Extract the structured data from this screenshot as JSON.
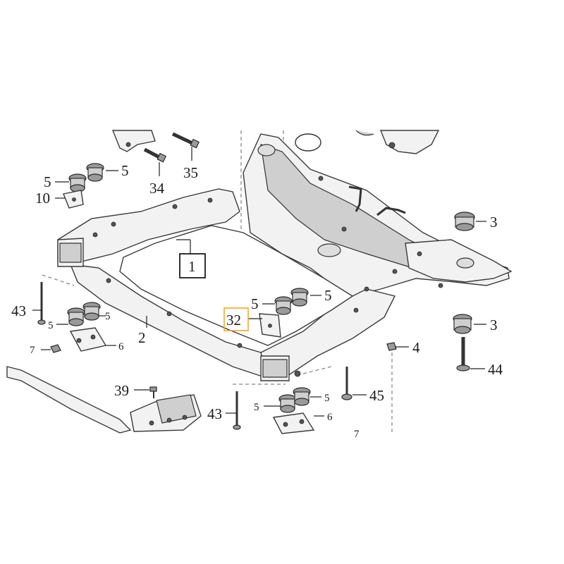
{
  "diagram": {
    "callouts": {
      "c1": "1",
      "c2": "2",
      "c3a": "3",
      "c3b": "3",
      "c4": "4",
      "c5a": "5",
      "c5b": "5",
      "c5c": "5",
      "c5d": "5",
      "c5e": "5",
      "c5f": "5",
      "c5g": "5",
      "c5h": "5",
      "c6a": "6",
      "c6b": "6",
      "c7a": "7",
      "c7b": "7",
      "c10": "10",
      "c32": "32",
      "c34": "34",
      "c35": "35",
      "c39": "39",
      "c43a": "43",
      "c43b": "43",
      "c44": "44",
      "c45": "45"
    },
    "colors": {
      "highlight_box": "#f0a830",
      "label_box": "#000000"
    }
  }
}
